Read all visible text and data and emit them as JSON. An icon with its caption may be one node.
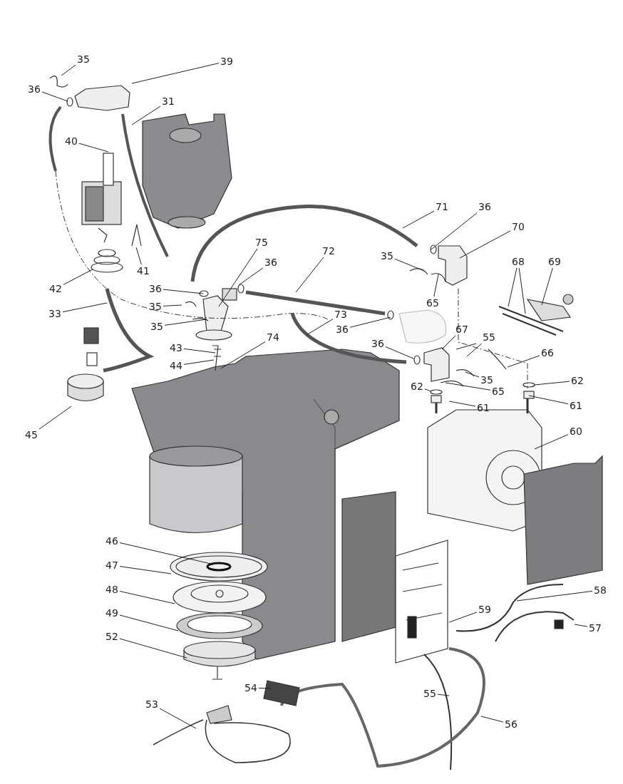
{
  "diagram": {
    "nodes": [
      {
        "text": [
          "35"
        ]
      },
      {
        "text": [
          "39"
        ]
      },
      {
        "text": [
          "36"
        ]
      },
      {
        "text": [
          "31"
        ]
      },
      {
        "text": [
          "40"
        ]
      },
      {
        "text": [
          "71"
        ]
      },
      {
        "text": [
          "36"
        ]
      },
      {
        "text": [
          "70"
        ]
      },
      {
        "text": [
          "75"
        ]
      },
      {
        "text": [
          "72"
        ]
      },
      {
        "text": [
          "35"
        ]
      },
      {
        "text": [
          "68"
        ]
      },
      {
        "text": [
          "69"
        ]
      },
      {
        "text": [
          "36"
        ]
      },
      {
        "text": [
          "41"
        ]
      },
      {
        "text": [
          "42"
        ]
      },
      {
        "text": [
          "36"
        ]
      },
      {
        "text": [
          "65"
        ]
      },
      {
        "text": [
          "35"
        ]
      },
      {
        "text": [
          "33"
        ]
      },
      {
        "text": [
          "73"
        ]
      },
      {
        "text": [
          "35"
        ]
      },
      {
        "text": [
          "36"
        ]
      },
      {
        "text": [
          "67"
        ]
      },
      {
        "text": [
          "55"
        ]
      },
      {
        "text": [
          "74"
        ]
      },
      {
        "text": [
          "36"
        ]
      },
      {
        "text": [
          "43"
        ]
      },
      {
        "text": [
          "66"
        ]
      },
      {
        "text": [
          "44"
        ]
      },
      {
        "text": [
          "35"
        ]
      },
      {
        "text": [
          "62"
        ]
      },
      {
        "text": [
          "62"
        ]
      },
      {
        "text": [
          "65"
        ]
      },
      {
        "text": [
          "61"
        ]
      },
      {
        "text": [
          "61"
        ]
      },
      {
        "text": [
          "60"
        ]
      },
      {
        "text": [
          "45"
        ]
      },
      {
        "text": [
          "46"
        ]
      },
      {
        "text": [
          "47"
        ]
      },
      {
        "text": [
          "48"
        ]
      },
      {
        "text": [
          "58"
        ]
      },
      {
        "text": [
          "59"
        ]
      },
      {
        "text": [
          "49"
        ]
      },
      {
        "text": [
          "57"
        ]
      },
      {
        "text": [
          "52"
        ]
      },
      {
        "text": [
          "54"
        ]
      },
      {
        "text": [
          "55"
        ]
      },
      {
        "text": [
          "53"
        ]
      },
      {
        "text": [
          "56"
        ]
      }
    ],
    "edges": [
      {
        "from": 0,
        "to": null,
        "arrow": "none"
      },
      {
        "from": 1,
        "to": null,
        "arrow": "none"
      },
      {
        "from": 2,
        "to": null,
        "arrow": "none"
      },
      {
        "from": 3,
        "to": null,
        "arrow": "none"
      },
      {
        "from": 4,
        "to": null,
        "arrow": "none"
      },
      {
        "from": 5,
        "to": null,
        "arrow": "none"
      },
      {
        "from": 6,
        "to": null,
        "arrow": "none"
      },
      {
        "from": 7,
        "to": null,
        "arrow": "none"
      },
      {
        "from": 8,
        "to": null,
        "arrow": "none"
      },
      {
        "from": 9,
        "to": null,
        "arrow": "none"
      },
      {
        "from": 10,
        "to": null,
        "arrow": "none"
      },
      {
        "from": 11,
        "to": null,
        "arrow": "none"
      },
      {
        "from": 11,
        "to": null,
        "arrow": "none"
      },
      {
        "from": 12,
        "to": null,
        "arrow": "none"
      },
      {
        "from": 13,
        "to": null,
        "arrow": "none"
      },
      {
        "from": 14,
        "to": null,
        "arrow": "none"
      },
      {
        "from": 15,
        "to": null,
        "arrow": "none"
      },
      {
        "from": 16,
        "to": null,
        "arrow": "none"
      },
      {
        "from": 17,
        "to": null,
        "arrow": "none"
      },
      {
        "from": 18,
        "to": null,
        "arrow": "none"
      },
      {
        "from": 19,
        "to": null,
        "arrow": "none"
      },
      {
        "from": 20,
        "to": null,
        "arrow": "none"
      },
      {
        "from": 21,
        "to": null,
        "arrow": "none"
      },
      {
        "from": 22,
        "to": null,
        "arrow": "none"
      },
      {
        "from": 23,
        "to": null,
        "arrow": "none"
      },
      {
        "from": 24,
        "to": null,
        "arrow": "none"
      },
      {
        "from": 25,
        "to": null,
        "arrow": "none"
      },
      {
        "from": 26,
        "to": null,
        "arrow": "none"
      },
      {
        "from": 27,
        "to": null,
        "arrow": "none"
      },
      {
        "from": 28,
        "to": null,
        "arrow": "none"
      },
      {
        "from": 29,
        "to": null,
        "arrow": "none"
      },
      {
        "from": 30,
        "to": null,
        "arrow": "none"
      },
      {
        "from": 31,
        "to": null,
        "arrow": "none"
      },
      {
        "from": 32,
        "to": null,
        "arrow": "none"
      },
      {
        "from": 33,
        "to": null,
        "arrow": "none"
      },
      {
        "from": 34,
        "to": null,
        "arrow": "none"
      },
      {
        "from": 35,
        "to": null,
        "arrow": "none"
      },
      {
        "from": 36,
        "to": null,
        "arrow": "none"
      },
      {
        "from": 37,
        "to": null,
        "arrow": "none"
      },
      {
        "from": 38,
        "to": null,
        "arrow": "none"
      },
      {
        "from": 39,
        "to": null,
        "arrow": "none"
      },
      {
        "from": 40,
        "to": null,
        "arrow": "none"
      },
      {
        "from": 41,
        "to": null,
        "arrow": "none"
      },
      {
        "from": 42,
        "to": null,
        "arrow": "none"
      },
      {
        "from": 43,
        "to": null,
        "arrow": "none"
      },
      {
        "from": 44,
        "to": null,
        "arrow": "none"
      },
      {
        "from": 45,
        "to": null,
        "arrow": "none"
      },
      {
        "from": 46,
        "to": null,
        "arrow": "none"
      },
      {
        "from": 47,
        "to": null,
        "arrow": "none"
      },
      {
        "from": 48,
        "to": null,
        "arrow": "none"
      },
      {
        "from": 49,
        "to": null,
        "arrow": "none"
      }
    ]
  }
}
